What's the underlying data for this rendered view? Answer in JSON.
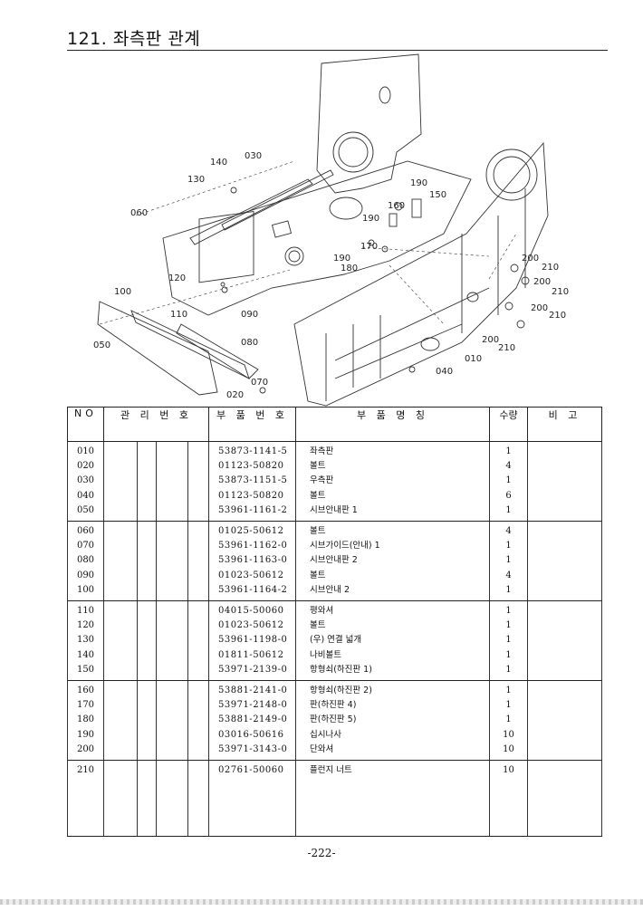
{
  "header": {
    "title": "121. 좌측판 관계"
  },
  "diagram": {
    "callouts": [
      "140",
      "030",
      "130",
      "060",
      "190",
      "150",
      "160",
      "190",
      "170",
      "190",
      "180",
      "120",
      "100",
      "110",
      "090",
      "050",
      "080",
      "070",
      "020",
      "040",
      "010",
      "200",
      "210",
      "200",
      "210",
      "200",
      "210",
      "200",
      "210"
    ]
  },
  "table": {
    "headers": {
      "no": "NO",
      "mgmt": "관 리 번 호",
      "part_no": "부 품 번 호",
      "part_name": "부 품 명 칭",
      "qty": "수량",
      "remarks": "비 고"
    },
    "groups": [
      {
        "rows": [
          {
            "no": "010",
            "part_no": "53873-1141-5",
            "name": "좌측판",
            "qty": "1"
          },
          {
            "no": "020",
            "part_no": "01123-50820",
            "name": "볼트",
            "qty": "4"
          },
          {
            "no": "030",
            "part_no": "53873-1151-5",
            "name": "우측판",
            "qty": "1"
          },
          {
            "no": "040",
            "part_no": "01123-50820",
            "name": "볼트",
            "qty": "6"
          },
          {
            "no": "050",
            "part_no": "53961-1161-2",
            "name": "시브안내판 1",
            "qty": "1"
          }
        ]
      },
      {
        "rows": [
          {
            "no": "060",
            "part_no": "01025-50612",
            "name": "볼트",
            "qty": "4"
          },
          {
            "no": "070",
            "part_no": "53961-1162-0",
            "name": "시브가이드(안내) 1",
            "qty": "1"
          },
          {
            "no": "080",
            "part_no": "53961-1163-0",
            "name": "시브안내판 2",
            "qty": "1"
          },
          {
            "no": "090",
            "part_no": "01023-50612",
            "name": "볼트",
            "qty": "4"
          },
          {
            "no": "100",
            "part_no": "53961-1164-2",
            "name": "시브안내 2",
            "qty": "1"
          }
        ]
      },
      {
        "rows": [
          {
            "no": "110",
            "part_no": "04015-50060",
            "name": "평와셔",
            "qty": "1"
          },
          {
            "no": "120",
            "part_no": "01023-50612",
            "name": "볼트",
            "qty": "1"
          },
          {
            "no": "130",
            "part_no": "53961-1198-0",
            "name": "(우) 연결 넓개",
            "qty": "1"
          },
          {
            "no": "140",
            "part_no": "01811-50612",
            "name": "나비볼트",
            "qty": "1"
          },
          {
            "no": "150",
            "part_no": "53971-2139-0",
            "name": "항형쇠(하진판 1)",
            "qty": "1"
          }
        ]
      },
      {
        "rows": [
          {
            "no": "160",
            "part_no": "53881-2141-0",
            "name": "항형쇠(하진판 2)",
            "qty": "1"
          },
          {
            "no": "170",
            "part_no": "53971-2148-0",
            "name": "판(하진판 4)",
            "qty": "1"
          },
          {
            "no": "180",
            "part_no": "53881-2149-0",
            "name": "판(하진판 5)",
            "qty": "1"
          },
          {
            "no": "190",
            "part_no": "03016-50616",
            "name": "십시나사",
            "qty": "10"
          },
          {
            "no": "200",
            "part_no": "53971-3143-0",
            "name": "단와셔",
            "qty": "10"
          }
        ]
      },
      {
        "rows": [
          {
            "no": "210",
            "part_no": "02761-50060",
            "name": "플런지 너트",
            "qty": "10"
          }
        ]
      }
    ]
  },
  "footer": {
    "page": "-222-"
  }
}
